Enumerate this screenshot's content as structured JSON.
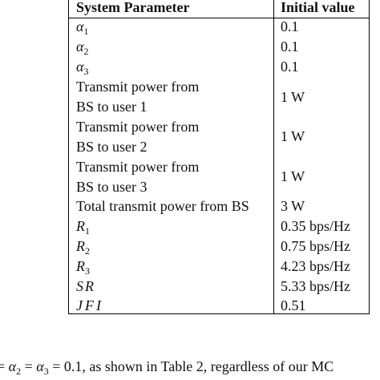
{
  "table": {
    "headers": [
      "System Parameter",
      "Initial value"
    ],
    "rows": [
      {
        "param": "α",
        "sub": "1",
        "value": "0.1"
      },
      {
        "param": "α",
        "sub": "2",
        "value": "0.1"
      },
      {
        "param": "α",
        "sub": "3",
        "value": "0.1"
      },
      {
        "param_line1": "Transmit power from",
        "param_line2": "BS to user 1",
        "value": "1 W"
      },
      {
        "param_line1": "Transmit power from",
        "param_line2": "BS to user 2",
        "value": "1 W"
      },
      {
        "param_line1": "Transmit power from",
        "param_line2": "BS to user 3",
        "value": "1 W"
      },
      {
        "param": "Total transmit power from BS",
        "value": "3 W"
      },
      {
        "param": "R",
        "sub": "1",
        "value": "0.35 bps/Hz"
      },
      {
        "param": "R",
        "sub": "2",
        "value": "0.75 bps/Hz"
      },
      {
        "param": "R",
        "sub": "3",
        "value": "4.23 bps/Hz"
      },
      {
        "param": "SR",
        "value": "5.33 bps/Hz"
      },
      {
        "param": "JFI",
        "value": "0.51"
      }
    ]
  },
  "caption": {
    "eq_lead": "=",
    "alpha": "α",
    "sub2": "2",
    "sub3": "3",
    "eq": "=",
    "value": "= 0.1, as shown in Table 2, regardless of our MC"
  }
}
